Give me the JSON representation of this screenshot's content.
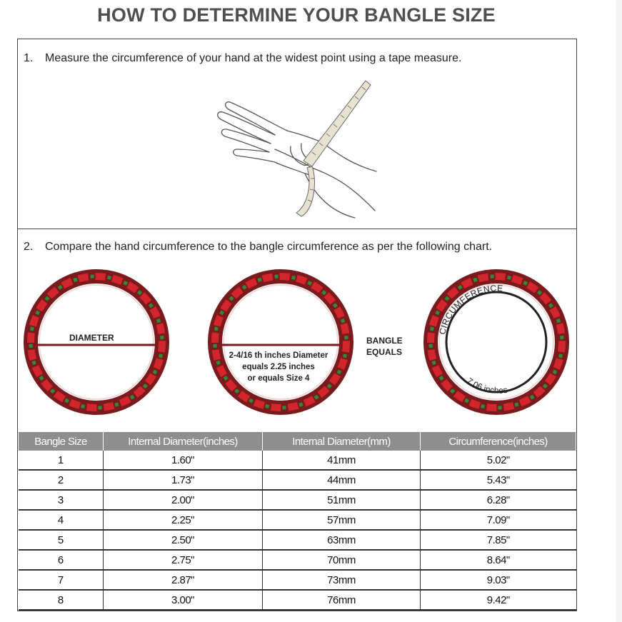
{
  "title": "HOW TO DETERMINE YOUR BANGLE SIZE",
  "steps": [
    {
      "number": "1.",
      "text": "Measure the circumference of your hand at the widest point using a tape measure."
    },
    {
      "number": "2.",
      "text": "Compare the hand circumference to the bangle circumference as per the following chart."
    }
  ],
  "diagram": {
    "diameter_label": "DIAMETER",
    "ring2_note": [
      "2-4/16 th inches Diameter",
      "equals 2.25 inches",
      "or equals Size 4"
    ],
    "equals_note": [
      "BANGLE",
      "EQUALS"
    ],
    "circumference_label": "CIRCUMFERENCE",
    "circumference_value": "7.06 inches",
    "colors": {
      "ring_dark": "#7a1a1c",
      "ring_red": "#d3252c",
      "ring_green": "#2f8a3a",
      "ring_pink": "#f1d9d9"
    }
  },
  "table": {
    "headers": [
      "Bangle Size",
      "Internal Diameter(inches)",
      "Internal Diameter(mm)",
      "Circumference(inches)"
    ],
    "rows": [
      [
        "1",
        "1.60\"",
        "41mm",
        "5.02\""
      ],
      [
        "2",
        "1.73\"",
        "44mm",
        "5.43\""
      ],
      [
        "3",
        "2.00\"",
        "51mm",
        "6.28\""
      ],
      [
        "4",
        "2.25\"",
        "57mm",
        "7.09\""
      ],
      [
        "5",
        "2.50\"",
        "63mm",
        "7.85\""
      ],
      [
        "6",
        "2.75\"",
        "70mm",
        "8.64\""
      ],
      [
        "7",
        "2.87\"",
        "73mm",
        "9.03\""
      ],
      [
        "8",
        "3.00\"",
        "76mm",
        "9.42\""
      ]
    ]
  }
}
